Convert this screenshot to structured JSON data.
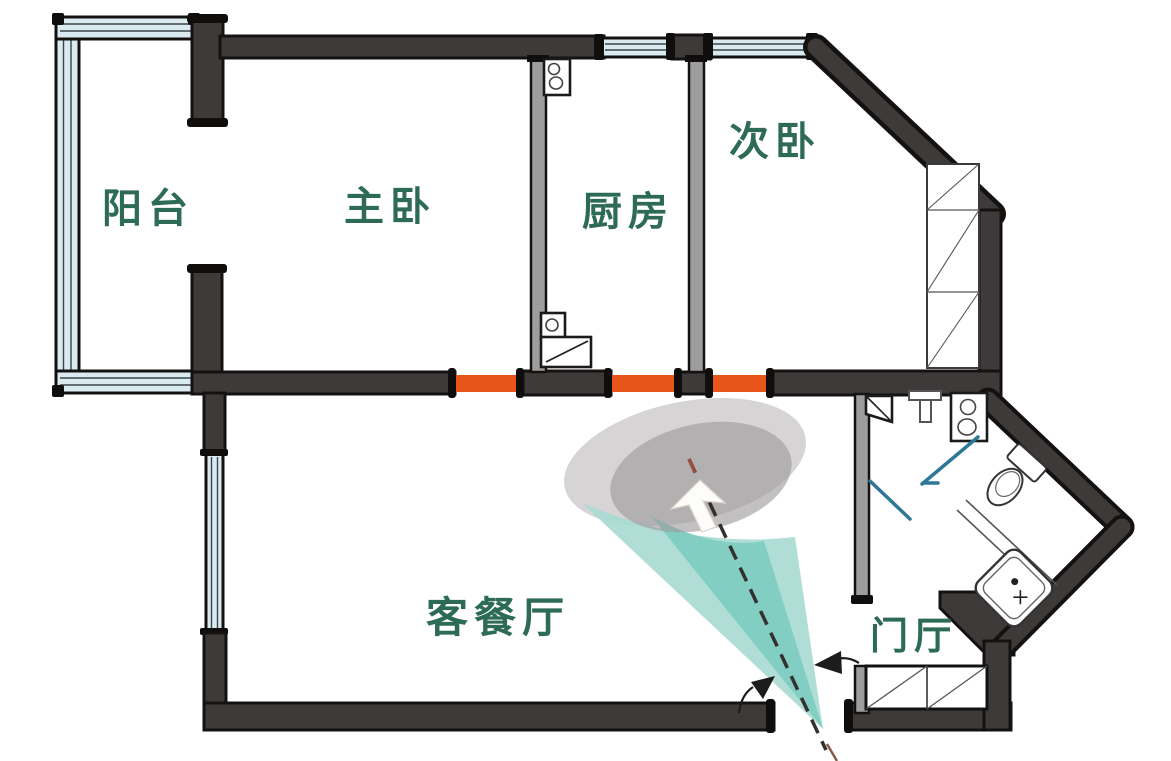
{
  "meta": {
    "title": "Hand-drawn apartment floor plan",
    "annotation_style": "view-cone overlay at entry door"
  },
  "rooms": [
    {
      "id": "balcony",
      "label": "阳台"
    },
    {
      "id": "master-bedroom",
      "label": "主卧"
    },
    {
      "id": "kitchen",
      "label": "厨房"
    },
    {
      "id": "second-bedroom",
      "label": "次卧"
    },
    {
      "id": "living-dining",
      "label": "客餐厅"
    },
    {
      "id": "entry-hall",
      "label": "门厅"
    }
  ],
  "colors": {
    "wall_dark": "#3e3a39",
    "wall_outline": "#141211",
    "partition_gray": "#9d9d9d",
    "window_glass": "#d9eaf0",
    "demolish_highlight_orange": "#e8551a",
    "view_cone_outer": "#a9dbd4",
    "view_cone_inner": "#7fccc2",
    "view_ellipse_light": "#d6d4d5",
    "view_ellipse_dark": "#9e999b",
    "room_label_green": "#2e6b55",
    "shower_screen_blue": "#2e7796",
    "swing_arrow_black": "#1c1c1c",
    "sight_dash": "#33302d",
    "sight_dash_brown": "#8a5a4a"
  },
  "fixtures": [
    {
      "name": "wardrobe",
      "room": "second-bedroom"
    },
    {
      "name": "stove-unit",
      "room": "kitchen"
    },
    {
      "name": "sink-unit",
      "room": "kitchen"
    },
    {
      "name": "corner-shelf",
      "room": "bathroom"
    },
    {
      "name": "wall-sink",
      "room": "bathroom"
    },
    {
      "name": "washing-machine",
      "room": "bathroom"
    },
    {
      "name": "toilet",
      "room": "bathroom"
    },
    {
      "name": "shower-screens",
      "room": "bathroom"
    },
    {
      "name": "basin-counter",
      "room": "entry-hall"
    },
    {
      "name": "shoe-cabinet",
      "room": "entry-hall"
    }
  ],
  "annotations": {
    "view_cone": "teal sight cone with gray projection ellipses, white arrow and dashed sight line from entry toward living room",
    "door_swing": "two curved black arrows at entry door showing swing direction change",
    "wall_highlight": "orange highlighted segments on living room north wall"
  }
}
